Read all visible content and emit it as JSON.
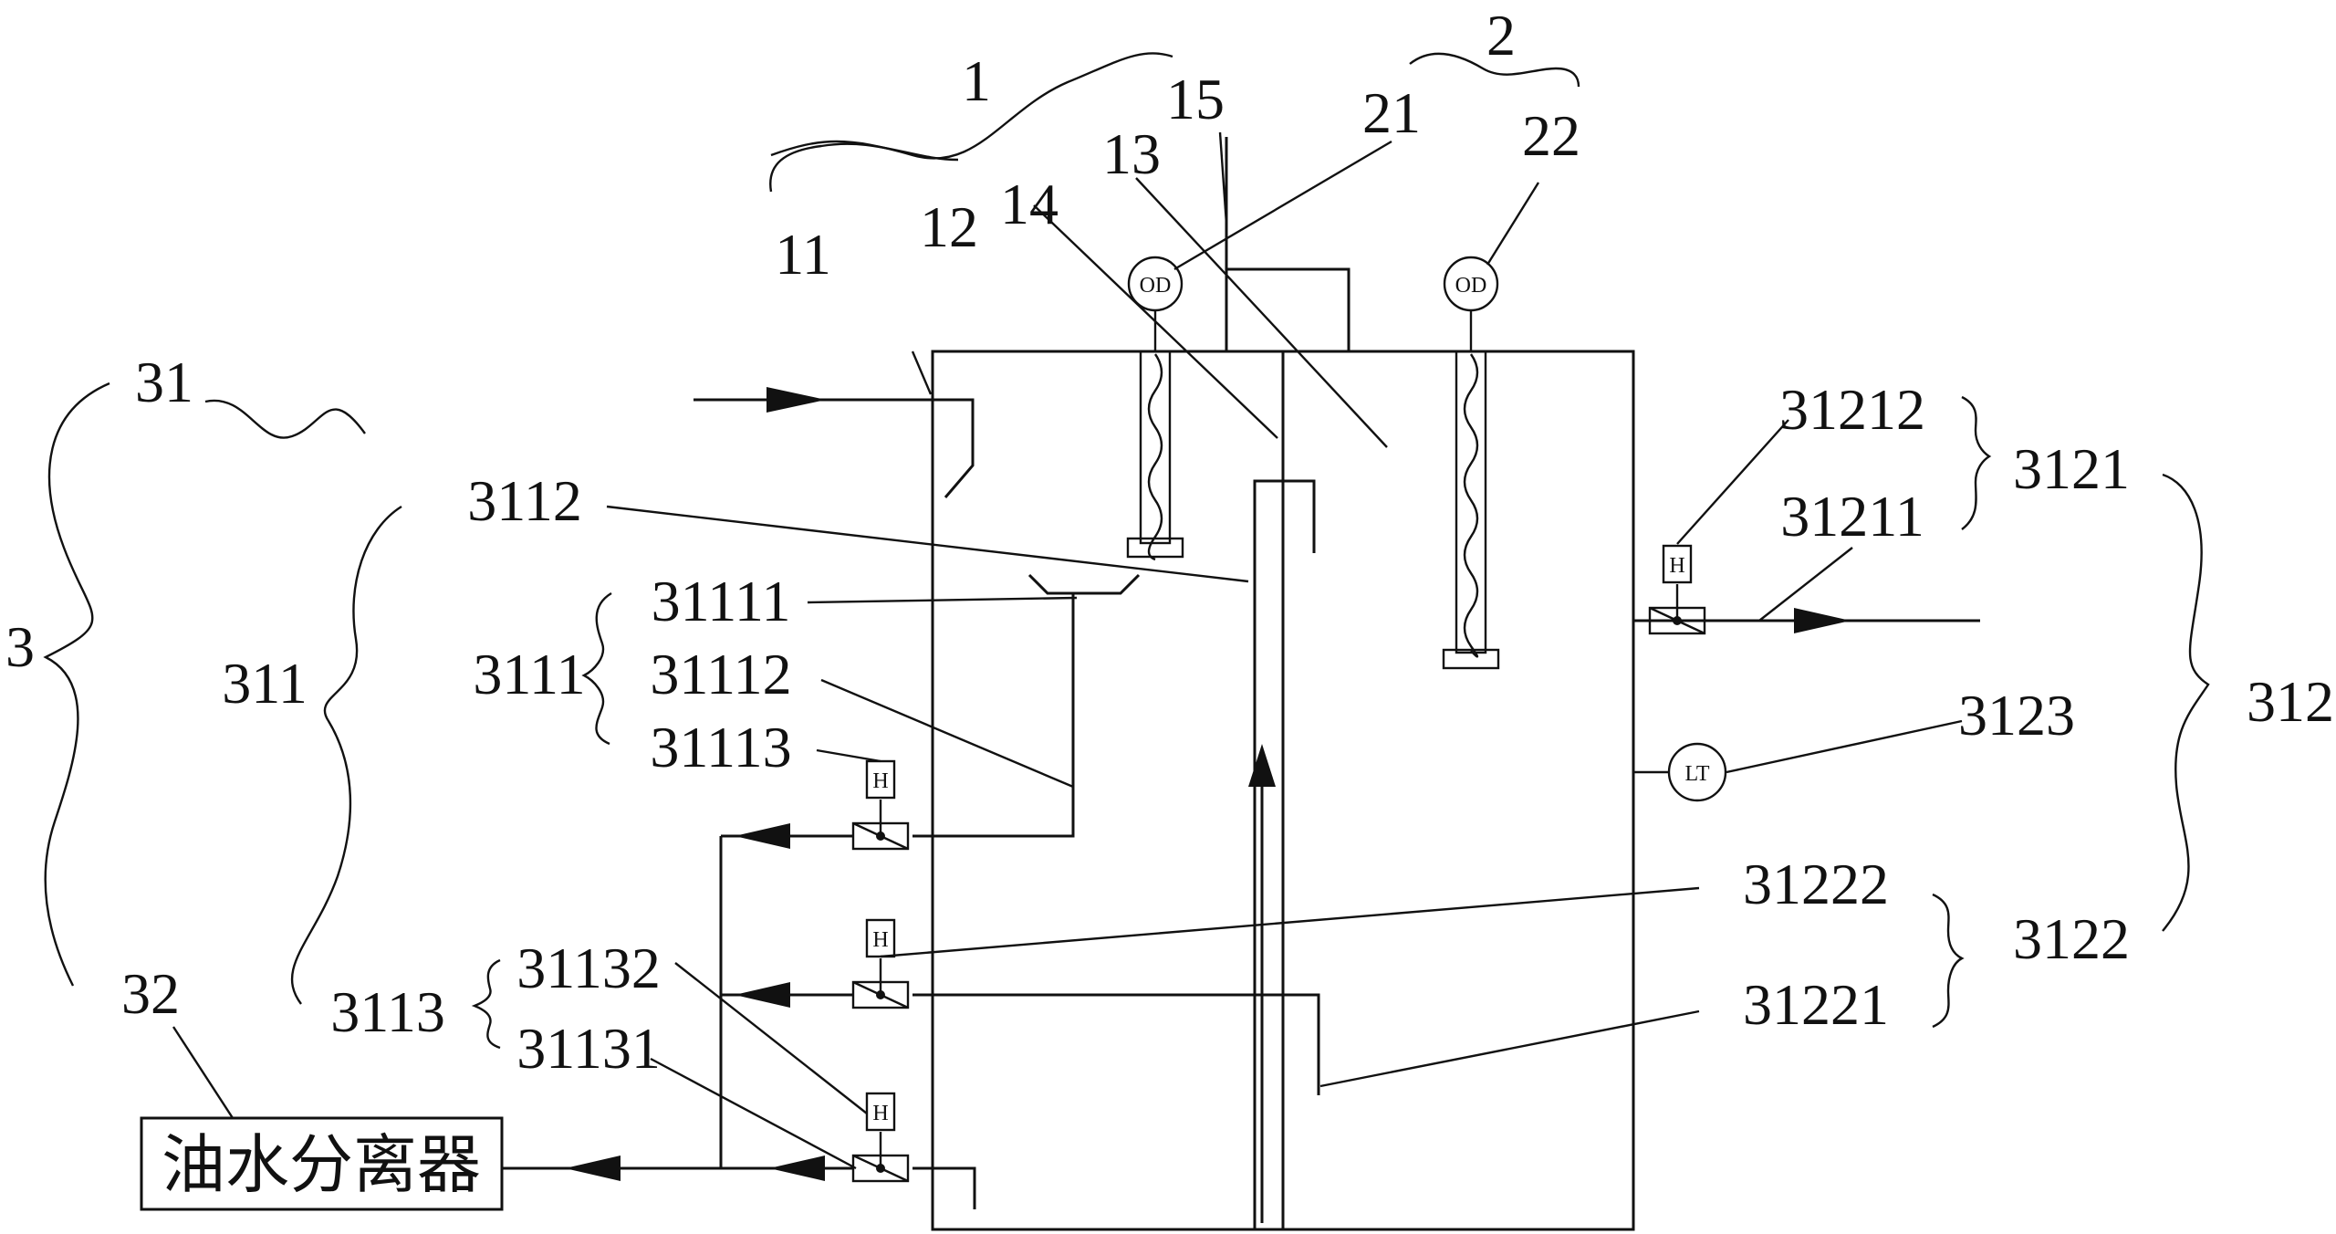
{
  "labels": {
    "l1": "1",
    "l2": "2",
    "l3": "3",
    "l11": "11",
    "l12": "12",
    "l13": "13",
    "l14": "14",
    "l15": "15",
    "l21": "21",
    "l22": "22",
    "l31": "31",
    "l32": "32",
    "l311": "311",
    "l312": "312",
    "l3111": "3111",
    "l3112": "3112",
    "l3113": "3113",
    "l3121": "3121",
    "l3122": "3122",
    "l3123": "3123",
    "l31111": "31111",
    "l31112": "31112",
    "l31113": "31113",
    "l31131": "31131",
    "l31132": "31132",
    "l31211": "31211",
    "l31212": "31212",
    "l31221": "31221",
    "l31222": "31222"
  },
  "separator": "油水分离器",
  "instruments": {
    "od": "OD",
    "lt": "LT",
    "h": "H"
  }
}
